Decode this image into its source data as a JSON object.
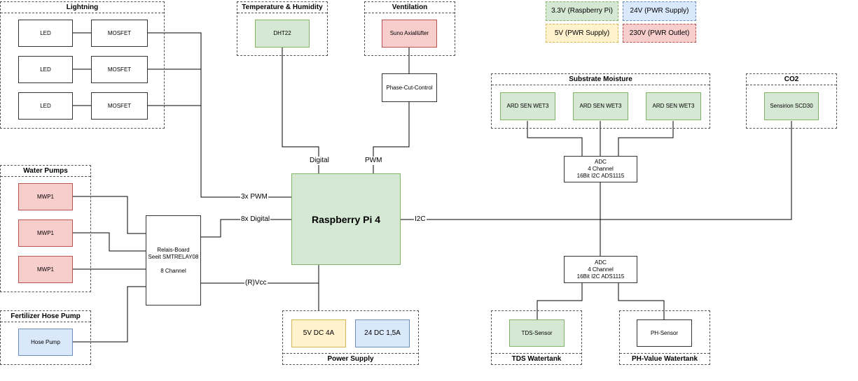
{
  "legend": {
    "v33": "3.3V (Raspberry Pi)",
    "v24": "24V (PWR Supply)",
    "v5": "5V (PWR Supply)",
    "v230": "230V (PWR Outlet)"
  },
  "groups": {
    "lightning": {
      "title": "Lightning",
      "led": "LED",
      "mosfet": "MOSFET"
    },
    "temp": {
      "title": "Temperature & Humidity",
      "sensor": "DHT22"
    },
    "vent": {
      "title": "Ventilation",
      "fan": "Suno Axiallüfter",
      "control": "Phase-Cut-Control"
    },
    "substrate": {
      "title": "Substrate Moisture",
      "sensor": "ARD SEN WET3"
    },
    "co2": {
      "title": "CO2",
      "sensor": "Sensirion SCD30"
    },
    "pumps": {
      "title": "Water Pumps",
      "pump": "MWP1"
    },
    "fert": {
      "title": "Fertilizer Hose Pump",
      "pump": "Hose Pump"
    },
    "power": {
      "title": "Power Supply",
      "psu5": "5V DC 4A",
      "psu24": "24 DC 1,5A"
    },
    "tds": {
      "title": "TDS Watertank",
      "sensor": "TDS-Sensor"
    },
    "ph": {
      "title": "PH-Value Watertank",
      "sensor": "PH-Sensor"
    }
  },
  "relay": {
    "line1": "Relais-Board",
    "line2": "Seeit SMTRELAY08",
    "line3": "8 Channel"
  },
  "adc": {
    "line1": "ADC",
    "line2": "4 Channel",
    "line3": "16Bit I2C ADS1115"
  },
  "pi": {
    "title": "Raspberry Pi 4"
  },
  "labels": {
    "digital": "Digital",
    "pwm": "PWM",
    "pwm3x": "3x PWM",
    "digital8x": "8x Digital",
    "i2c": "I2C",
    "rvcc": "(R)Vcc"
  }
}
